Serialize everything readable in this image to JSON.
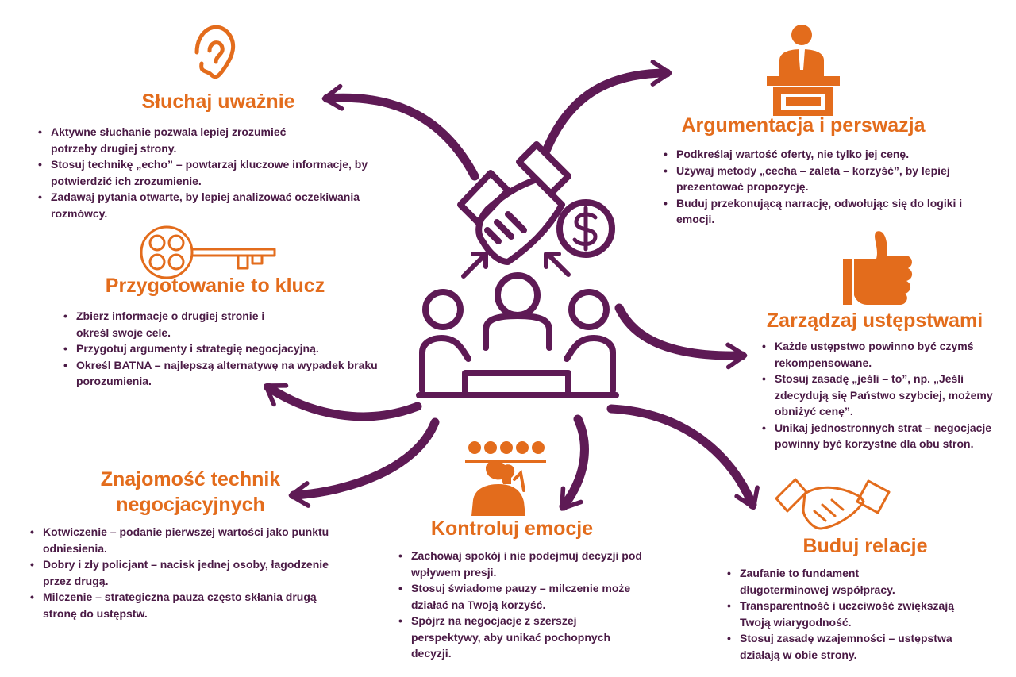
{
  "colors": {
    "accent": "#e36c1c",
    "text": "#4a1a45",
    "line": "#5e1a55",
    "background": "#ffffff"
  },
  "icons": {
    "listen": "ear-icon",
    "argument": "speaker-podium-icon",
    "prepare": "key-icon",
    "concession": "thumbs-up-icon",
    "techniques": "people-at-table-icon",
    "emotions": "emotion-faces-icon",
    "relations": "handshake-icon",
    "center": "handshake-dollar-icon"
  },
  "sections": {
    "listen": {
      "title": "Słuchaj uważnie",
      "items": [
        "Aktywne słuchanie pozwala lepiej zrozumieć potrzeby drugiej strony.",
        "Stosuj technikę „echo” – powtarzaj kluczowe informacje, by potwierdzić ich zrozumienie.",
        "Zadawaj pytania otwarte, by lepiej analizować oczekiwania rozmówcy."
      ]
    },
    "argument": {
      "title": "Argumentacja i perswazja",
      "items": [
        "Podkreślaj wartość oferty, nie tylko jej cenę.",
        "Używaj metody „cecha – zaleta – korzyść”, by lepiej prezentować propozycję.",
        "Buduj przekonującą narrację, odwołując się do logiki i emocji."
      ]
    },
    "prepare": {
      "title": "Przygotowanie to klucz",
      "items": [
        "Zbierz informacje o drugiej stronie i określ swoje cele.",
        "Przygotuj argumenty i strategię negocjacyjną.",
        "Określ BATNA – najlepszą alternatywę na wypadek braku porozumienia."
      ]
    },
    "concession": {
      "title": "Zarządzaj ustępstwami",
      "items": [
        "Każde ustępstwo powinno być czymś rekompensowane.",
        "Stosuj zasadę „jeśli – to”, np. „Jeśli zdecydują się Państwo szybciej, możemy obniżyć cenę”.",
        "Unikaj jednostronnych strat – negocjacje powinny być korzystne dla obu stron."
      ]
    },
    "techniques": {
      "title": "Znajomość technik negocjacyjnych",
      "items": [
        "Kotwiczenie – podanie pierwszej wartości jako punktu odniesienia.",
        "Dobry i zły policjant – nacisk jednej osoby, łagodzenie przez drugą.",
        "Milczenie – strategiczna pauza często skłania drugą stronę do ustępstw."
      ]
    },
    "emotions": {
      "title": "Kontroluj emocje",
      "items": [
        "Zachowaj spokój i nie podejmuj decyzji pod wpływem presji.",
        "Stosuj świadome pauzy – milczenie może działać na Twoją korzyść.",
        "Spójrz na negocjacje z szerszej perspektywy, aby unikać pochopnych decyzji."
      ]
    },
    "relations": {
      "title": "Buduj relacje",
      "items": [
        "Zaufanie to fundament długoterminowej współpracy.",
        "Transparentność i uczciwość zwiększają Twoją wiarygodność.",
        "Stosuj zasadę wzajemności – ustępstwa działają w obie strony."
      ]
    }
  }
}
